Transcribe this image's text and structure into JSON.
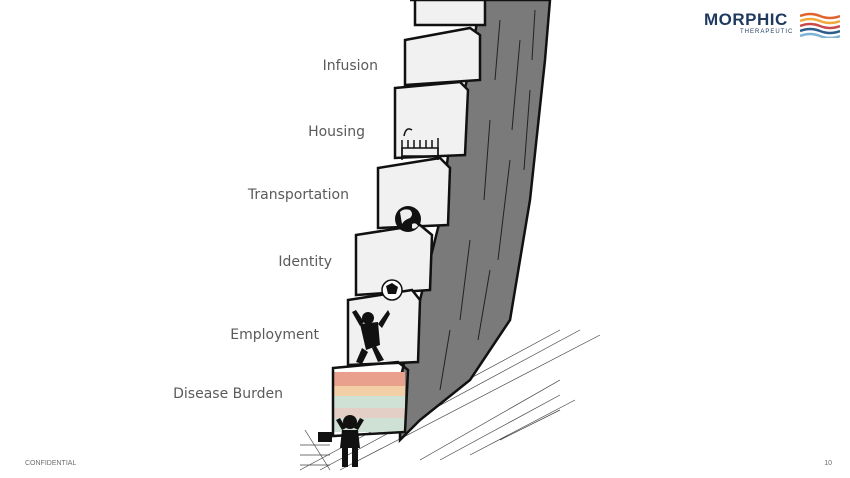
{
  "logo": {
    "name": "MORPHIC",
    "tagline": "THERAPEUTIC",
    "colors": [
      "#e0632b",
      "#f2a93b",
      "#c94a4a",
      "#2c5c8a",
      "#7fb3d5"
    ]
  },
  "steps": [
    {
      "label": "Infusion"
    },
    {
      "label": "Housing"
    },
    {
      "label": "Transportation"
    },
    {
      "label": "Identity"
    },
    {
      "label": "Employment"
    },
    {
      "label": "Disease Burden"
    }
  ],
  "footer": {
    "confidential": "CONFIDENTIAL",
    "page_number": "10"
  },
  "disease_bands": [
    "#e9a08d",
    "#f3cfa8",
    "#cfe0d4",
    "#e4cfc7",
    "#cfe0d4"
  ]
}
